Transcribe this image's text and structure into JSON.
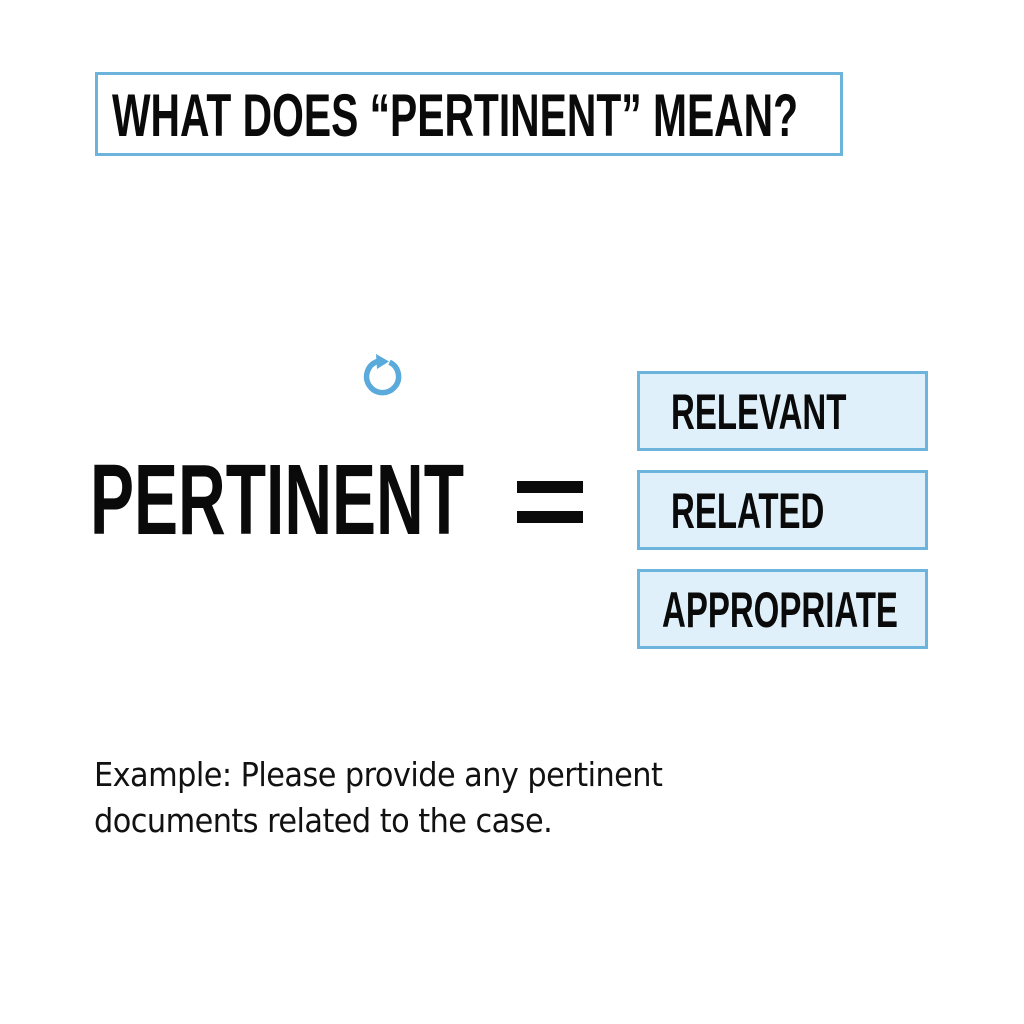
{
  "title": {
    "text": "WHAT DOES “PERTINENT” MEAN?",
    "border_color": "#6cb4dc"
  },
  "icon": {
    "name": "refresh-icon",
    "color": "#5aaadb"
  },
  "term": {
    "word": "PERTINENT",
    "operator": "="
  },
  "synonyms": [
    {
      "label": "RELEVANT"
    },
    {
      "label": "RELATED"
    },
    {
      "label": "APPROPRIATE"
    }
  ],
  "synonym_style": {
    "fill": "#dff0fa",
    "border": "#6cb4dc"
  },
  "example": {
    "line1": "Example: Please provide any pertinent",
    "line2": "documents related to the case."
  }
}
